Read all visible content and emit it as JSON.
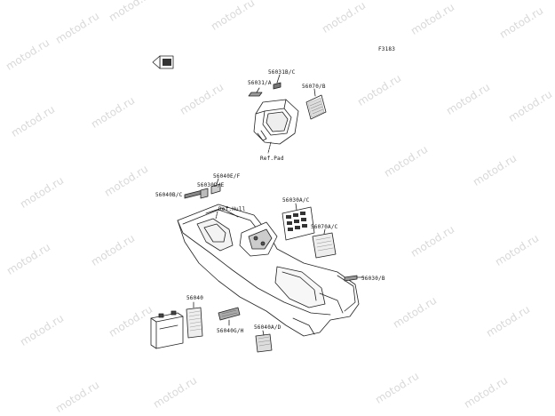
{
  "figure_code": "F3183",
  "watermark": "motod.ru",
  "labels": {
    "p56031BC": "56031B/C",
    "p56031A": "56031/A",
    "p56070B": "56070/B",
    "refPad": "Ref.Pad",
    "p56040EF": "56040E/F",
    "p56030DE": "56030D/E",
    "p56040BC": "56040B/C",
    "refHull": "Ref.Hull",
    "p56030AC": "56030A/C",
    "p56070AC": "56070A/C",
    "p56030B": "56030/B",
    "p56040": "56040",
    "p56040GH": "56040G/H",
    "p56040AD": "56040A/D"
  }
}
